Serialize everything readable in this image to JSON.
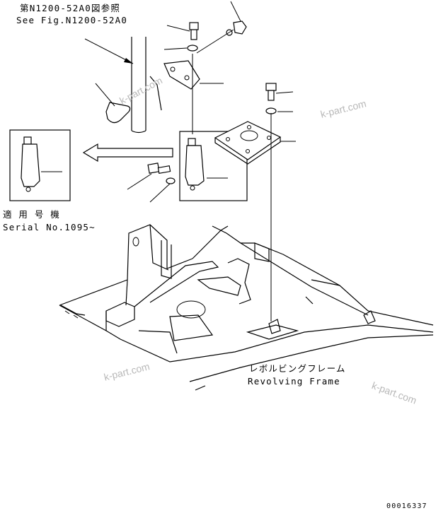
{
  "reference": {
    "jp": "第N1200-52A0図参照",
    "en": "See Fig.N1200-52A0"
  },
  "applicable": {
    "jp": "適 用 号 機",
    "serial": "Serial No.1095~"
  },
  "frame_label": {
    "jp": "レボルビングフレーム",
    "en": "Revolving Frame"
  },
  "drawing_number": "00016337",
  "watermarks": [
    "k-part.com",
    "k-part.com",
    "k-part.com",
    "k-part.com"
  ]
}
